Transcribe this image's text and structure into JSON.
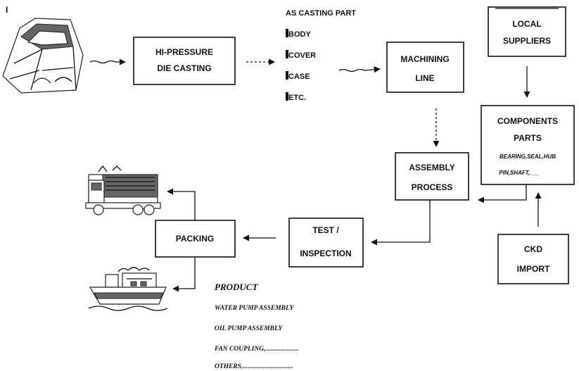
{
  "corner_mark": "I",
  "boxes": {
    "hi_pressure": [
      "HI-PRESSURE",
      "DIE CASTING"
    ],
    "machining": [
      "MACHINING",
      "LINE"
    ],
    "local_suppliers": [
      "LOCAL",
      "SUPPLIERS"
    ],
    "components": [
      "COMPONENTS",
      "PARTS"
    ],
    "components_sub": [
      "BEARING,SEAL,HUB",
      "PIN,SHAFT,___"
    ],
    "assembly": [
      "ASSEMBLY",
      "PROCESS"
    ],
    "packing": [
      "PACKING"
    ],
    "test": [
      "TEST /",
      "INSPECTION"
    ],
    "ckd": [
      "CKD",
      "IMPORT"
    ]
  },
  "casting_parts": {
    "title": "AS CASTING PART",
    "items": [
      "BODY",
      "COVER",
      "CASE",
      "ETC."
    ]
  },
  "product": {
    "title": "PRODUCT",
    "items": [
      "WATER PUMP ASSEMBLY",
      "OIL PUMP ASSEMBLY",
      "FAN COUPLING,....................",
      "OTHERS,.............................."
    ]
  },
  "icons": {
    "engine": "engine-block-icon",
    "truck": "truck-icon",
    "ship": "ship-icon"
  }
}
